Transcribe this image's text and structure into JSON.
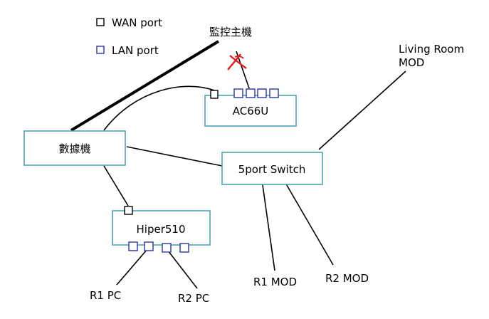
{
  "legend": {
    "wan_label": "WAN port",
    "lan_label": "LAN port"
  },
  "nodes": {
    "monitor_host": "監控主機",
    "ac66u": "AC66U",
    "modem": "數據機",
    "switch": "5port Switch",
    "hiper": "Hiper510",
    "living_room_mod": "Living Room\nMOD",
    "r1_mod": "R1 MOD",
    "r2_mod": "R2 MOD",
    "r1_pc": "R1 PC",
    "r2_pc": "R2 PC"
  },
  "colors": {
    "box_border": "#4aa3b5",
    "lan_port": "#2a33a8",
    "wan_port": "#000000",
    "cross_mark": "#e02020"
  }
}
